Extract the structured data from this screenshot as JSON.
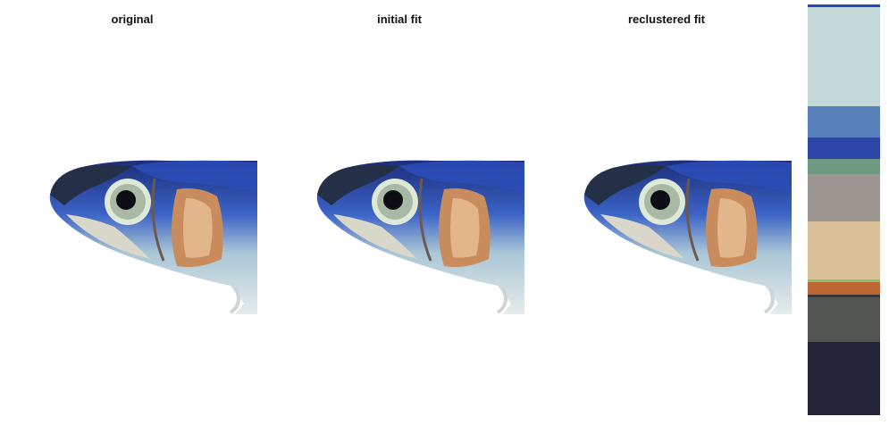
{
  "titles": {
    "original": "original",
    "initial": "initial fit",
    "reclustered": "reclustered fit"
  },
  "palette": [
    {
      "color": "#2747b5",
      "weight": 1
    },
    {
      "color": "#c4d8d7",
      "weight": 38
    },
    {
      "color": "#5681bb",
      "weight": 12
    },
    {
      "color": "#2b46a6",
      "weight": 8
    },
    {
      "color": "#6e9a81",
      "weight": 6
    },
    {
      "color": "#9e9894",
      "weight": 18
    },
    {
      "color": "#d9c29a",
      "weight": 22
    },
    {
      "color": "#8cc07a",
      "weight": 1
    },
    {
      "color": "#bf6734",
      "weight": 5
    },
    {
      "color": "#36383a",
      "weight": 1
    },
    {
      "color": "#535553",
      "weight": 17
    },
    {
      "color": "#242438",
      "weight": 28
    }
  ]
}
